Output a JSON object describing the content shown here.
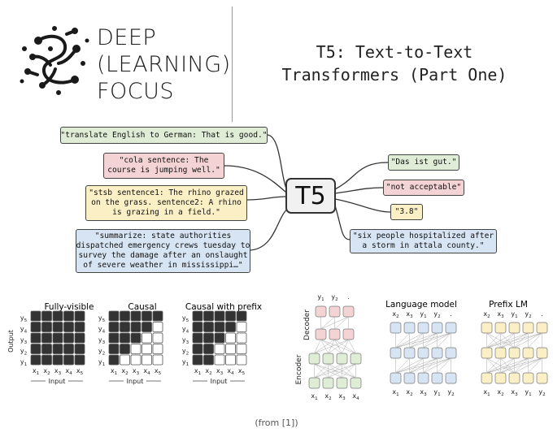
{
  "logo": {
    "line1": "DEEP",
    "line2": "(LEARNING)",
    "line3": "FOCUS"
  },
  "title": {
    "line1": "T5: Text-to-Text",
    "line2": "Transformers (Part One)"
  },
  "center_label": "T5",
  "inputs": [
    "\"translate English to German: That is good.\"",
    "\"cola sentence: The\ncourse is jumping well.\"",
    "\"stsb sentence1: The rhino grazed\non the grass. sentence2: A rhino\nis grazing in a field.\"",
    "\"summarize: state authorities\ndispatched emergency crews tuesday to\nsurvey the damage after an onslaught\nof severe weather in mississippi…\""
  ],
  "outputs": [
    "\"Das ist gut.\"",
    "\"not acceptable\"",
    "\"3.8\"",
    "\"six people hospitalized after\na storm in attala county.\""
  ],
  "masks": {
    "titles": [
      "Fully-visible",
      "Causal",
      "Causal with prefix"
    ],
    "output_label": "Output",
    "input_label": "Input",
    "y_labels": [
      "y5",
      "y4",
      "y3",
      "y2",
      "y1"
    ],
    "x_labels": [
      "x1",
      "x2",
      "x3",
      "x4",
      "x5"
    ]
  },
  "architectures": {
    "titles": [
      "Language model",
      "Prefix LM"
    ],
    "encoder_label": "Encoder",
    "decoder_label": "Decoder",
    "encdec_top": [
      "y1",
      "y2",
      "."
    ],
    "encdec_bottom": [
      "x1",
      "x2",
      "x3",
      "x4"
    ],
    "lm_top": [
      "x2",
      "x3",
      "y1",
      "y2",
      "."
    ],
    "lm_bottom": [
      "x1",
      "x2",
      "x3",
      "y1",
      "y2"
    ]
  },
  "caption": "(from [1])",
  "colors": {
    "green": "#dfecd6",
    "red": "#f3d3d3",
    "yellow": "#fbefc6",
    "blue": "#d7e4f3",
    "cell_dark": "#333333"
  }
}
